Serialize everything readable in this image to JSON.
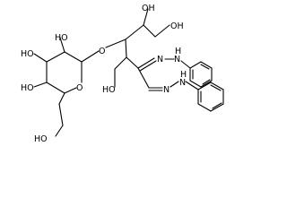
{
  "diagram": {
    "type": "structural-formula",
    "colors": {
      "background": "#ffffff",
      "bond": "#000000",
      "label": "#000000"
    },
    "labels": {
      "oh_top_center": "OH",
      "oh_top_right": "OH",
      "oh_sugar_top": "HO",
      "o_ether": "O",
      "n_hydrazone_1": "N",
      "nh_hydrazone_1": "N",
      "h_hydrazone_1": "H",
      "ho_sugar_left": "HO",
      "o_ring": "O",
      "ho_chain": "HO",
      "n_hydrazone_2": "N",
      "nh_hydrazone_2": "N",
      "h_hydrazone_2": "H",
      "ho_sugar_bottom": "HO",
      "ho_ch2oh": "HO"
    }
  }
}
